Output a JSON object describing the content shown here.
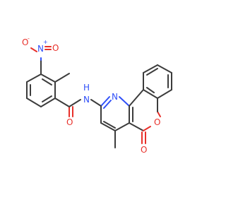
{
  "molecule": {
    "atoms": {
      "nitro_n": "N",
      "nitro_o_minus": "O",
      "nitro_o": "O",
      "plus_charge": "+",
      "minus_charge": "-",
      "amide_o": "O",
      "amide_nh": "N",
      "amide_h": "H",
      "pyridine_n": "N",
      "ring_o": "O",
      "lactone_o": "O"
    },
    "colors": {
      "carbon": "#3c3c3c",
      "nitrogen": "#3050f8",
      "oxygen": "#e8302a"
    }
  }
}
